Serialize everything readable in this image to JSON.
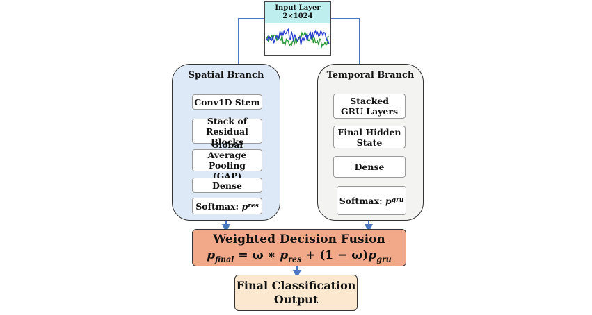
{
  "input": {
    "title": "Input Layer",
    "shape": "2×1024"
  },
  "spatial": {
    "title": "Spatial Branch",
    "nodes": [
      "Conv1D Stem",
      "Stack of",
      "Residual Blocks",
      "Global Average",
      "Pooling (GAP)",
      "Dense"
    ],
    "softmax_label": "Softmax:",
    "softmax_var": "p",
    "softmax_sub": "res"
  },
  "temporal": {
    "title": "Temporal Branch",
    "nodes": [
      "Stacked",
      "GRU Layers",
      "Final Hidden",
      "State",
      "Dense"
    ],
    "softmax_label": "Softmax:",
    "softmax_var": "p",
    "softmax_sub": "gru"
  },
  "fusion": {
    "title": "Weighted Decision Fusion",
    "eq_p": "p",
    "eq_final": "final",
    "eq_mid": " = ω ∗ ",
    "eq_p2": "p",
    "eq_res": "res",
    "eq_mid2": " + (1 − ω)",
    "eq_p3": "p",
    "eq_gru": "gru"
  },
  "output": {
    "line1": "Final Classification",
    "line2": "Output"
  },
  "colors": {
    "connector": "#4a78c2",
    "spatial_bg": "#dde9f6",
    "temporal_bg": "#f3f3f2",
    "fusion_bg": "#f2a98a",
    "output_bg": "#fce8cf",
    "input_header": "#bfeeee",
    "wave_blue": "#2a3fd0",
    "wave_green": "#2a9a3a"
  }
}
